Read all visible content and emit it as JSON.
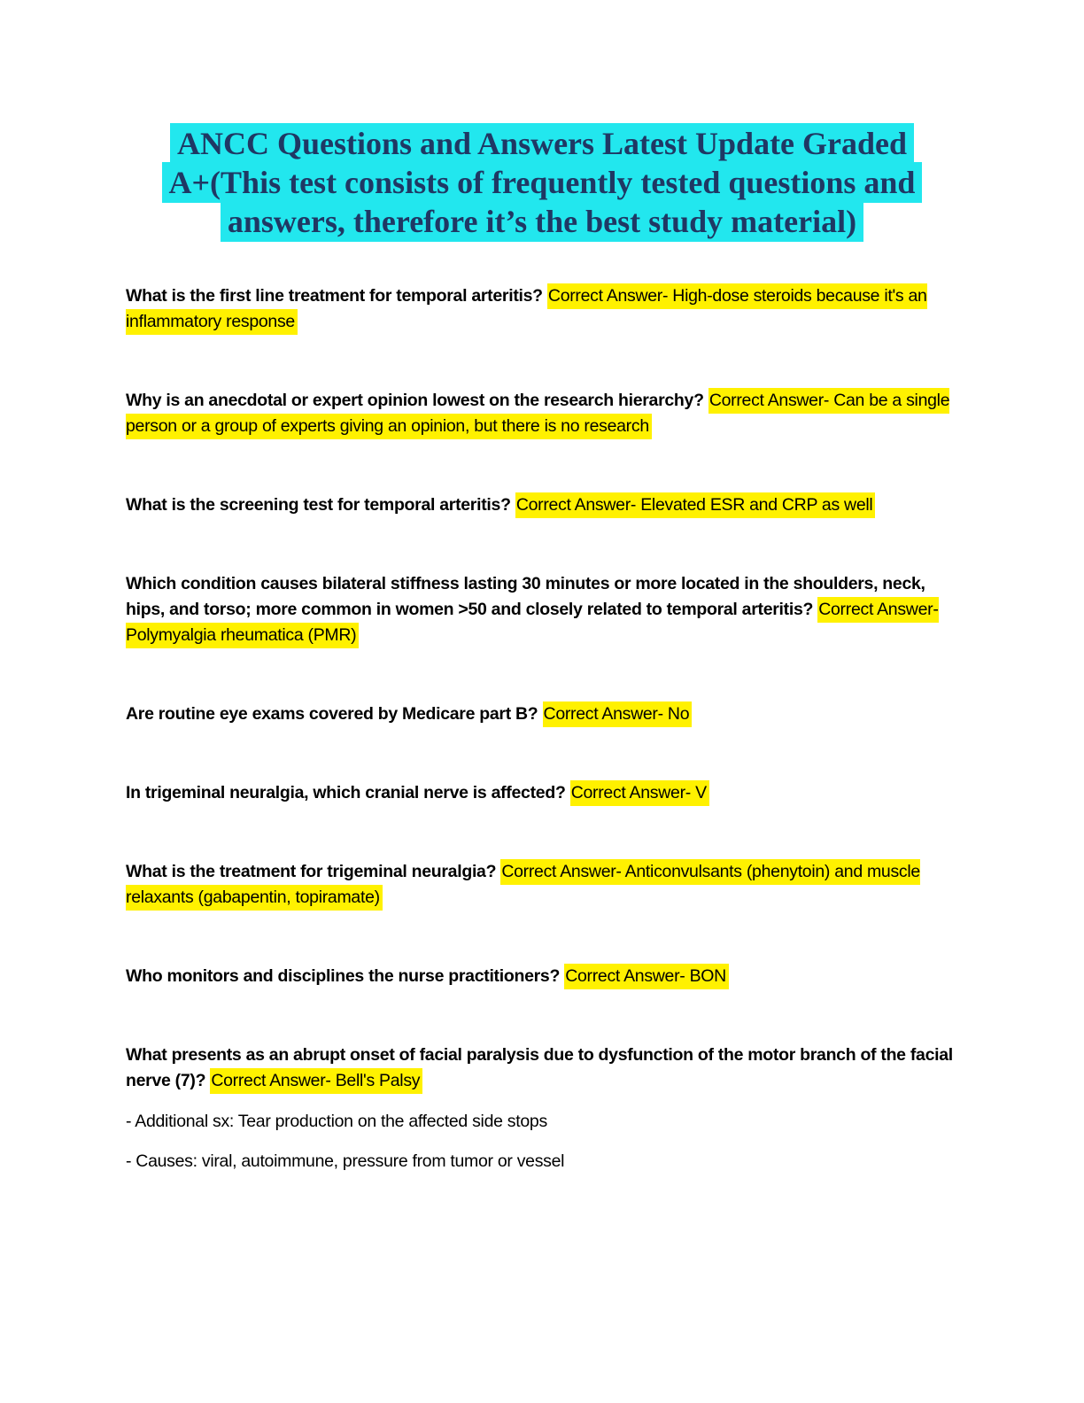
{
  "colors": {
    "page_background": "#ffffff",
    "title_text": "#1f3864",
    "title_highlight": "#22e7ee",
    "answer_highlight": "#fff100",
    "body_text": "#000000"
  },
  "title": {
    "lines": [
      "ANCC Questions and Answers Latest Update Graded",
      "A+(This test consists of frequently tested questions and",
      "answers, therefore it’s the best study material)"
    ]
  },
  "qa": [
    {
      "question": "What is the first line treatment for temporal arteritis? ",
      "answer": "Correct Answer- High-dose steroids because it's an inflammatory response"
    },
    {
      "question": "Why is an anecdotal or expert opinion lowest on the research hierarchy? ",
      "answer": "Correct Answer- Can be a single person or a group of experts giving an opinion, but there is no research"
    },
    {
      "question": "What is the screening test for temporal arteritis? ",
      "answer": "Correct Answer- Elevated ESR and CRP as well"
    },
    {
      "question": "Which condition causes bilateral stiffness lasting 30 minutes or more located in the shoulders, neck, hips, and torso; more common in women >50 and closely related to temporal arteritis? ",
      "answer": "Correct Answer- Polymyalgia rheumatica (PMR)"
    },
    {
      "question": "Are routine eye exams covered by Medicare part B? ",
      "answer": "Correct Answer- No"
    },
    {
      "question": "In trigeminal neuralgia, which cranial nerve is affected? ",
      "answer": "Correct Answer- V"
    },
    {
      "question": "What is the treatment for trigeminal neuralgia? ",
      "answer": "Correct Answer- Anticonvulsants (phenytoin) and muscle relaxants (gabapentin, topiramate)"
    },
    {
      "question": "Who monitors and disciplines the nurse practitioners? ",
      "answer": "Correct Answer- BON"
    },
    {
      "question": "What presents as an abrupt onset of facial paralysis due to dysfunction of the motor branch of the facial nerve (7)? ",
      "answer": "Correct Answer- Bell's Palsy"
    }
  ],
  "notes": [
    "- Additional sx: Tear production on the affected side stops",
    "- Causes: viral, autoimmune, pressure from tumor or vessel"
  ]
}
